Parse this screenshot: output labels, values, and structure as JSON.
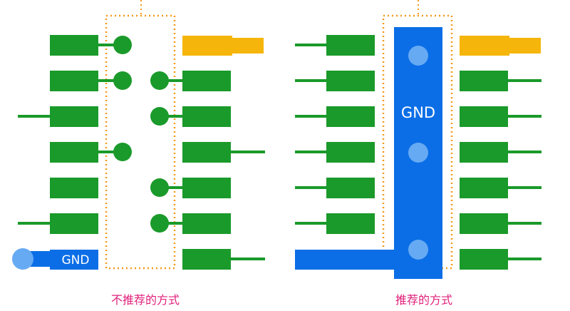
{
  "left": {
    "caption": "不推荐的方式",
    "gnd_label": "GND"
  },
  "right": {
    "caption": "推荐的方式",
    "gnd_label": "GND"
  },
  "colors": {
    "pad_green": "#1a9a2a",
    "pad_orange": "#f5b50a",
    "gnd_blue": "#0b6ee6",
    "via_light_blue": "#66aaf3",
    "outline_orange": "#f59a1a",
    "caption_pink": "#e0207a"
  }
}
